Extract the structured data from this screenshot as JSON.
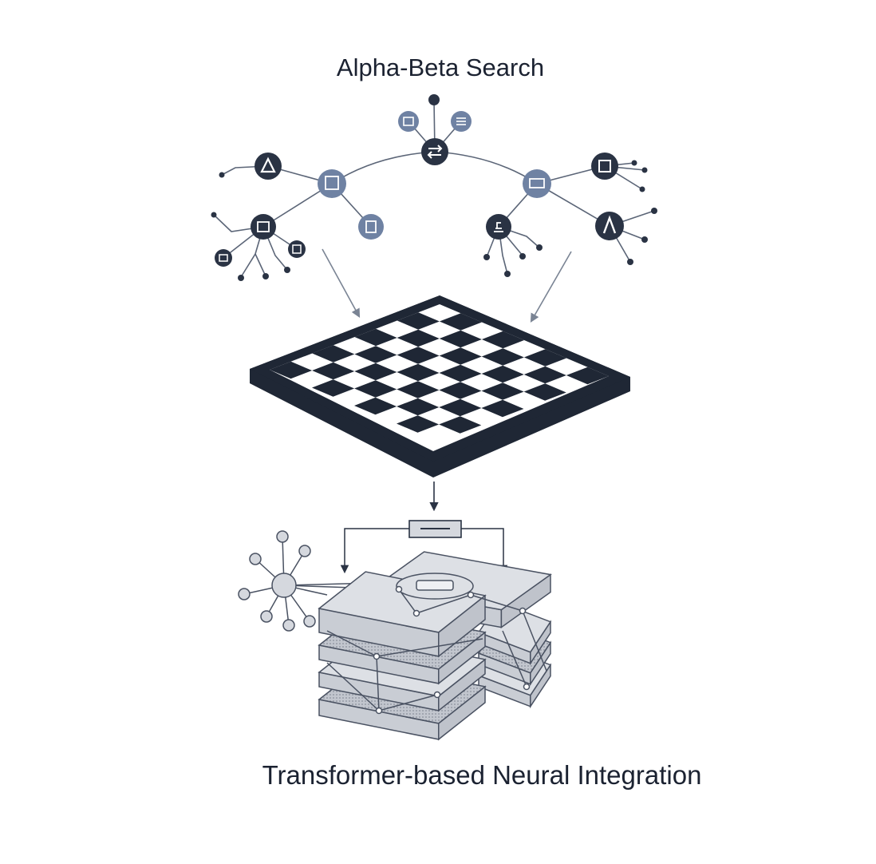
{
  "titles": {
    "top": "Alpha-Beta Search",
    "bottom": "Transformer-based Neural Integration"
  },
  "colors": {
    "navy": "#2a3344",
    "steel": "#6f82a3",
    "line": "#5b6577",
    "arrow": "#7a8494",
    "layer_fill": "#d5d8de",
    "layer_stroke": "#4a5262"
  },
  "tree": {
    "root": {
      "label": "root-node",
      "icon": "swap-arrows-icon",
      "style": "navy"
    },
    "children": [
      {
        "label": "left-node",
        "icon": "piece-icon",
        "style": "steel"
      },
      {
        "label": "right-node",
        "icon": "piece-icon",
        "style": "steel"
      }
    ]
  },
  "board": {
    "rows": 8,
    "cols": 8
  }
}
